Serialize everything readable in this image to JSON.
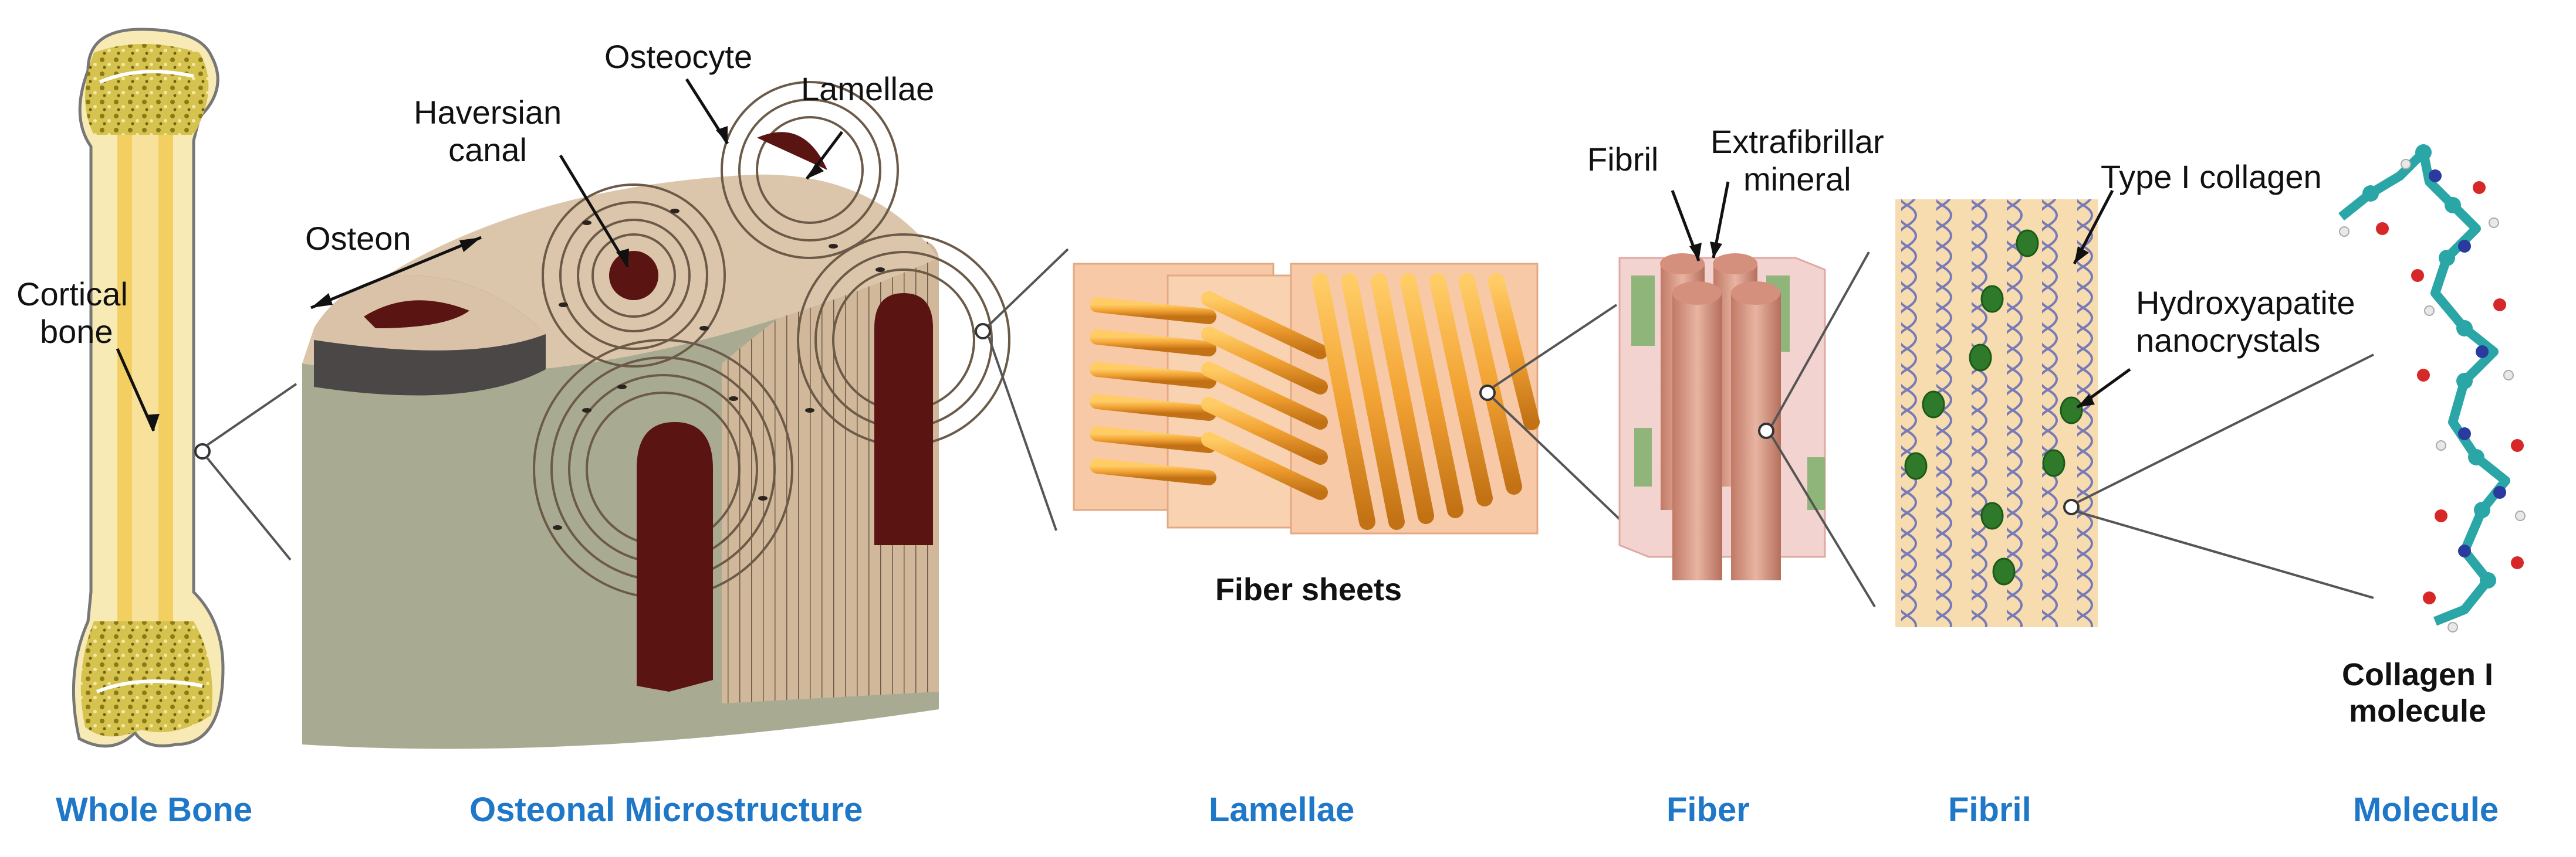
{
  "labels": {
    "cortical_bone_line1": "Cortical",
    "cortical_bone_line2": "bone",
    "osteon": "Osteon",
    "haversian_line1": "Haversian",
    "haversian_line2": "canal",
    "osteocyte": "Osteocyte",
    "lamellae": "Lamellae",
    "fiber_sheets": "Fiber sheets",
    "fibril": "Fibril",
    "extrafibrillar_line1": "Extrafibrillar",
    "extrafibrillar_line2": "mineral",
    "type1_collagen": "Type I collagen",
    "hydroxyapatite_line1": "Hydroxyapatite",
    "hydroxyapatite_line2": "nanocrystals",
    "collagen_molecule_line1": "Collagen I",
    "collagen_molecule_line2": "molecule"
  },
  "captions": {
    "whole_bone": "Whole Bone",
    "osteonal": "Osteonal Microstructure",
    "lamellae": "Lamellae",
    "fiber": "Fiber",
    "fibril": "Fibril",
    "molecule": "Molecule"
  },
  "colors": {
    "caption_blue": "#1f77c8",
    "bone_yellow": "#f3dc8a",
    "spongy_gold": "#c9b23a",
    "osteon_tan": "#d9c2a8",
    "haversian_brown": "#5a1412",
    "block_gray_green": "#a8ab92",
    "fiber_orange": "#f2a233",
    "sheet_peach": "#f7c9a6",
    "fibril_pink": "#d79a86",
    "mineral_green": "#8fb57a",
    "fibril_bg": "#f7dcb0",
    "helix_blue": "#6a6fb8",
    "crystal_green": "#2f7a2a",
    "molecule_teal": "#2aa6a6"
  }
}
